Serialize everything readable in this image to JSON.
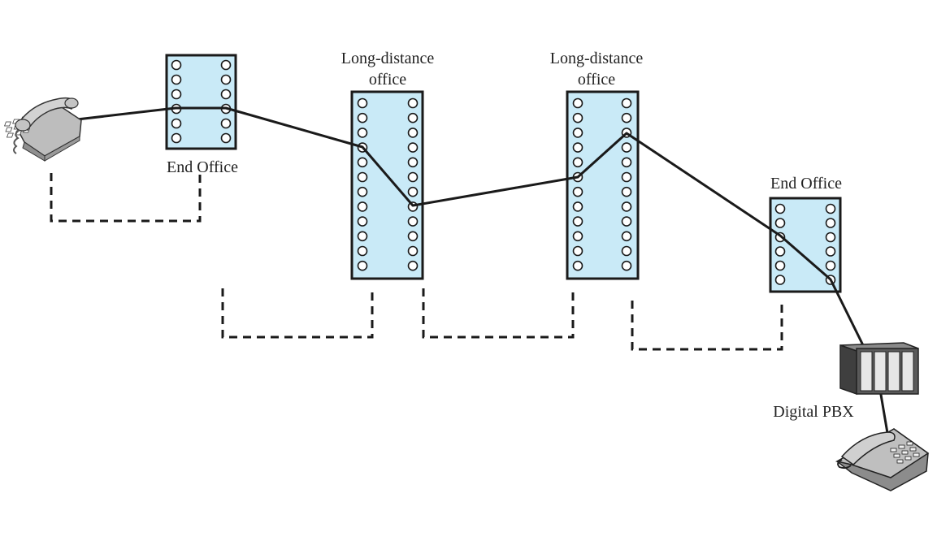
{
  "colors": {
    "switch_fill": "#c9eaf7",
    "line": "#1a1a1a",
    "dash": "#1a1a1a",
    "phone_body": "#bfbfbf",
    "pbx_body": "#5a5a5a",
    "pbx_panel": "#e6e6e6"
  },
  "labels": {
    "end_office_left": "End Office",
    "long_distance_1_line1": "Long-distance",
    "long_distance_1_line2": "office",
    "long_distance_2_line1": "Long-distance",
    "long_distance_2_line2": "office",
    "end_office_right": "End Office",
    "digital_pbx": "Digital PBX"
  },
  "icons": {
    "left_phone": "telephone-icon",
    "pbx": "pbx-cabinet-icon",
    "right_phone": "desk-phone-icon"
  }
}
